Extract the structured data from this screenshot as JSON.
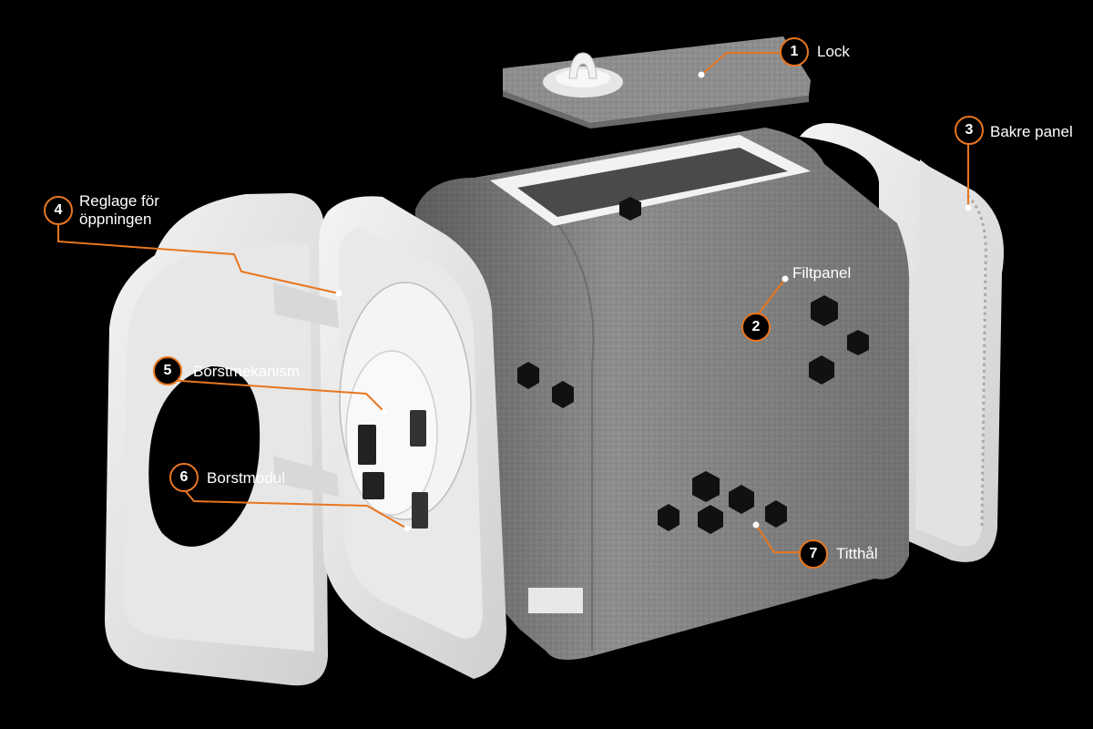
{
  "accent_color": "#e8761f",
  "callouts": [
    {
      "number": "1",
      "label": "Lock"
    },
    {
      "number": "2",
      "label": "Filtpanel"
    },
    {
      "number": "3",
      "label": "Bakre panel"
    },
    {
      "number": "4",
      "label": "Reglage för\nöppningen",
      "line1": "Reglage för",
      "line2": "öppningen"
    },
    {
      "number": "5",
      "label": "Borstmekanism"
    },
    {
      "number": "6",
      "label": "Borstmodul"
    },
    {
      "number": "7",
      "label": "Titthål"
    }
  ]
}
